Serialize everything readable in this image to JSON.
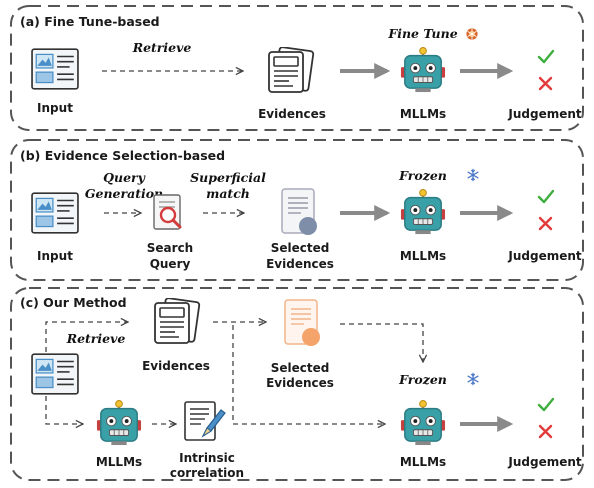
{
  "panels": {
    "a": {
      "title": "(a) Fine Tune-based",
      "retrieve": "Retrieve",
      "model_state": "Fine Tune",
      "input": "Input",
      "evidences": "Evidences",
      "mllms": "MLLMs",
      "judgement": "Judgement"
    },
    "b": {
      "title": "(b) Evidence Selection-based",
      "query_gen_1": "Query",
      "query_gen_2": "Generation",
      "superficial_1": "Superficial",
      "superficial_2": "match",
      "model_state": "Frozen",
      "input": "Input",
      "search_query_1": "Search",
      "search_query_2": "Query",
      "selected_1": "Selected",
      "selected_2": "Evidences",
      "mllms": "MLLMs",
      "judgement": "Judgement"
    },
    "c": {
      "title": "(c) Our Method",
      "retrieve": "Retrieve",
      "evidences": "Evidences",
      "selected_1": "Selected",
      "selected_2": "Evidences",
      "model_state": "Frozen",
      "mllms_left": "MLLMs",
      "intrinsic_1": "Intrinsic",
      "intrinsic_2": "correlation",
      "mllms_right": "MLLMs",
      "judgement": "Judgement"
    }
  },
  "icons": {
    "fire": "fire-icon",
    "snowflake": "snowflake-icon",
    "check": "check-icon",
    "cross": "cross-icon",
    "robot": "robot-icon"
  },
  "colors": {
    "panel_border": "#555555",
    "arrow_gray": "#8a8a8a",
    "check_green": "#3fae3f",
    "cross_red": "#e23b3b",
    "fire_orange": "#d9642a",
    "snow_blue": "#4a78c8",
    "robot_teal": "#3aa0a8"
  }
}
